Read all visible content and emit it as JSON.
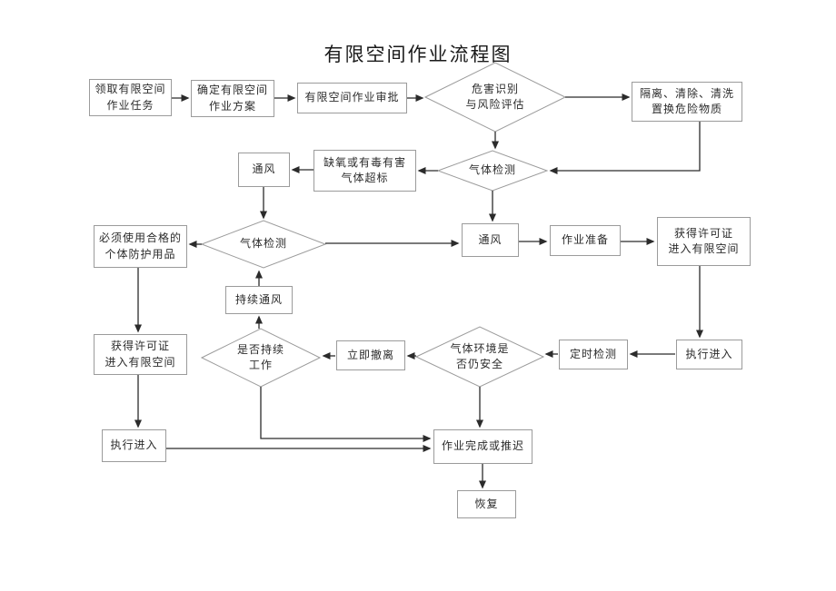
{
  "title": "有限空间作业流程图",
  "nodes": {
    "receive_task": "领取有限空间\n作业任务",
    "determine_plan": "确定有限空间\n作业方案",
    "approval": "有限空间作业审批",
    "hazard_assessment": "危害识别\n与风险评估",
    "isolate_remove": "隔离、清除、清洗\n置换危险物质",
    "ventilation_1": "通风",
    "gas_exceed": "缺氧或有毒有害\n气体超标",
    "gas_detection_1": "气体检测",
    "ppe": "必须使用合格的\n个体防护用品",
    "gas_detection_2": "气体检测",
    "ventilation_2": "通风",
    "work_prep": "作业准备",
    "permit_enter_right": "获得许可证\n进入有限空间",
    "continuous_vent": "持续通风",
    "permit_enter_left": "获得许可证\n进入有限空间",
    "continue_work": "是否持续\n工作",
    "evacuate": "立即撤离",
    "gas_still_safe": "气体环境是\n否仍安全",
    "timed_detection": "定时检测",
    "execute_entry_right": "执行进入",
    "execute_entry_left": "执行进入",
    "work_complete": "作业完成或推迟",
    "restore": "恢复"
  },
  "colors": {
    "background": "#ffffff",
    "box_border": "#9b9b9b",
    "flow_line": "#2b2b2b",
    "text": "#2b2b2b"
  }
}
